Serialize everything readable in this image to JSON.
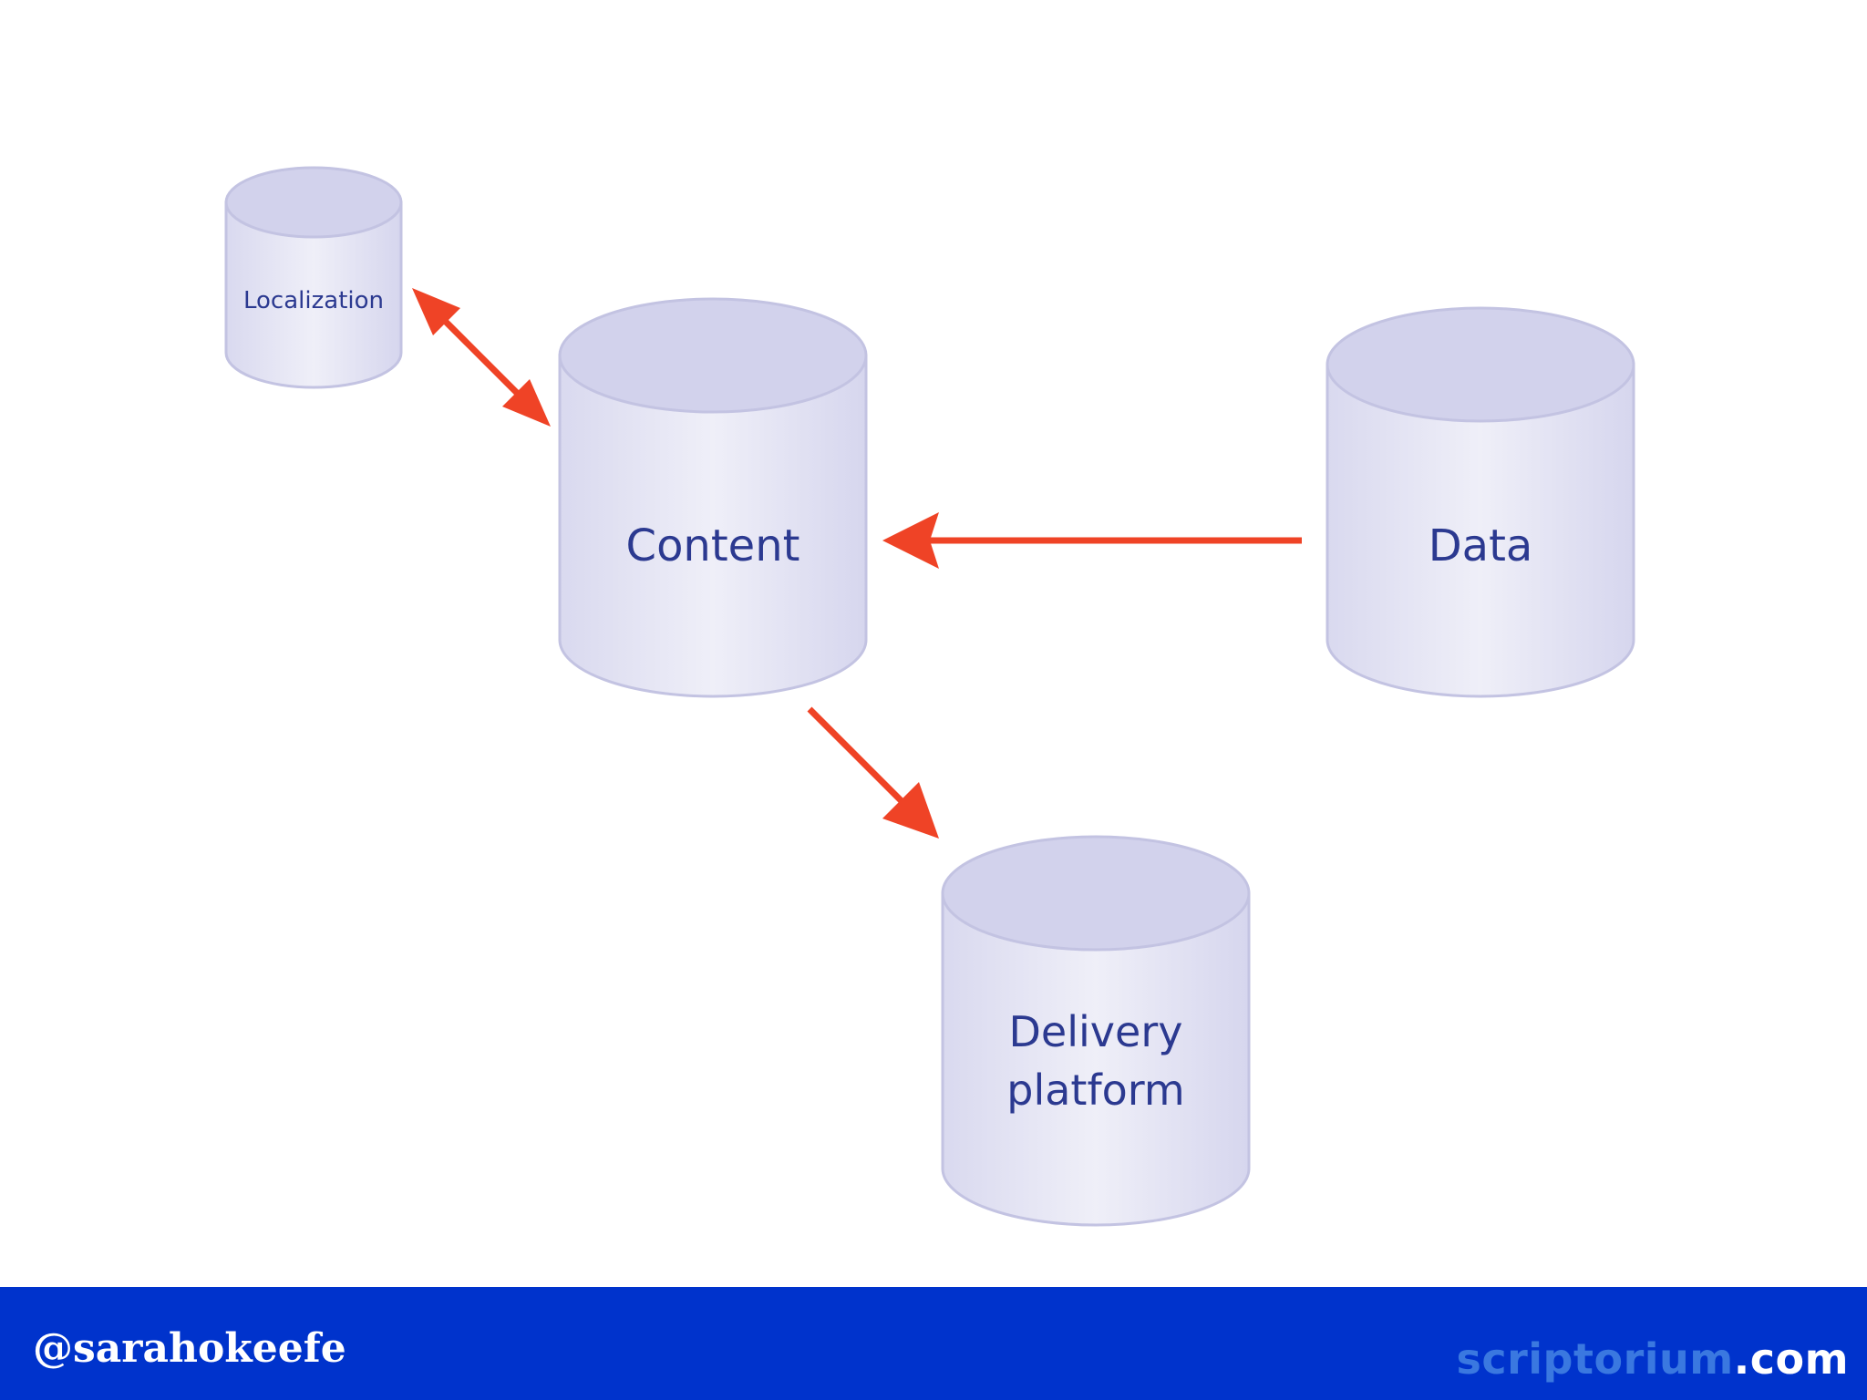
{
  "diagram": {
    "nodes": [
      {
        "id": "localization",
        "label": "Localization"
      },
      {
        "id": "content",
        "label": "Content"
      },
      {
        "id": "data",
        "label": "Data"
      },
      {
        "id": "delivery",
        "label_lines": [
          "Delivery",
          "platform"
        ]
      }
    ],
    "edges": [
      {
        "from": "localization",
        "to": "content",
        "direction": "bidirectional"
      },
      {
        "from": "data",
        "to": "content",
        "direction": "forward"
      },
      {
        "from": "content",
        "to": "delivery",
        "direction": "forward"
      }
    ],
    "colors": {
      "cylinder_fill": "#e4e4f3",
      "cylinder_top": "#d2d2ec",
      "cylinder_stroke": "#c3c3e2",
      "label": "#2b3990",
      "arrow": "#ef4326"
    }
  },
  "footer": {
    "handle": "@sarahokeefe",
    "brand_main": "scriptorium",
    "brand_suffix": ".com",
    "background": "#0033cc"
  }
}
